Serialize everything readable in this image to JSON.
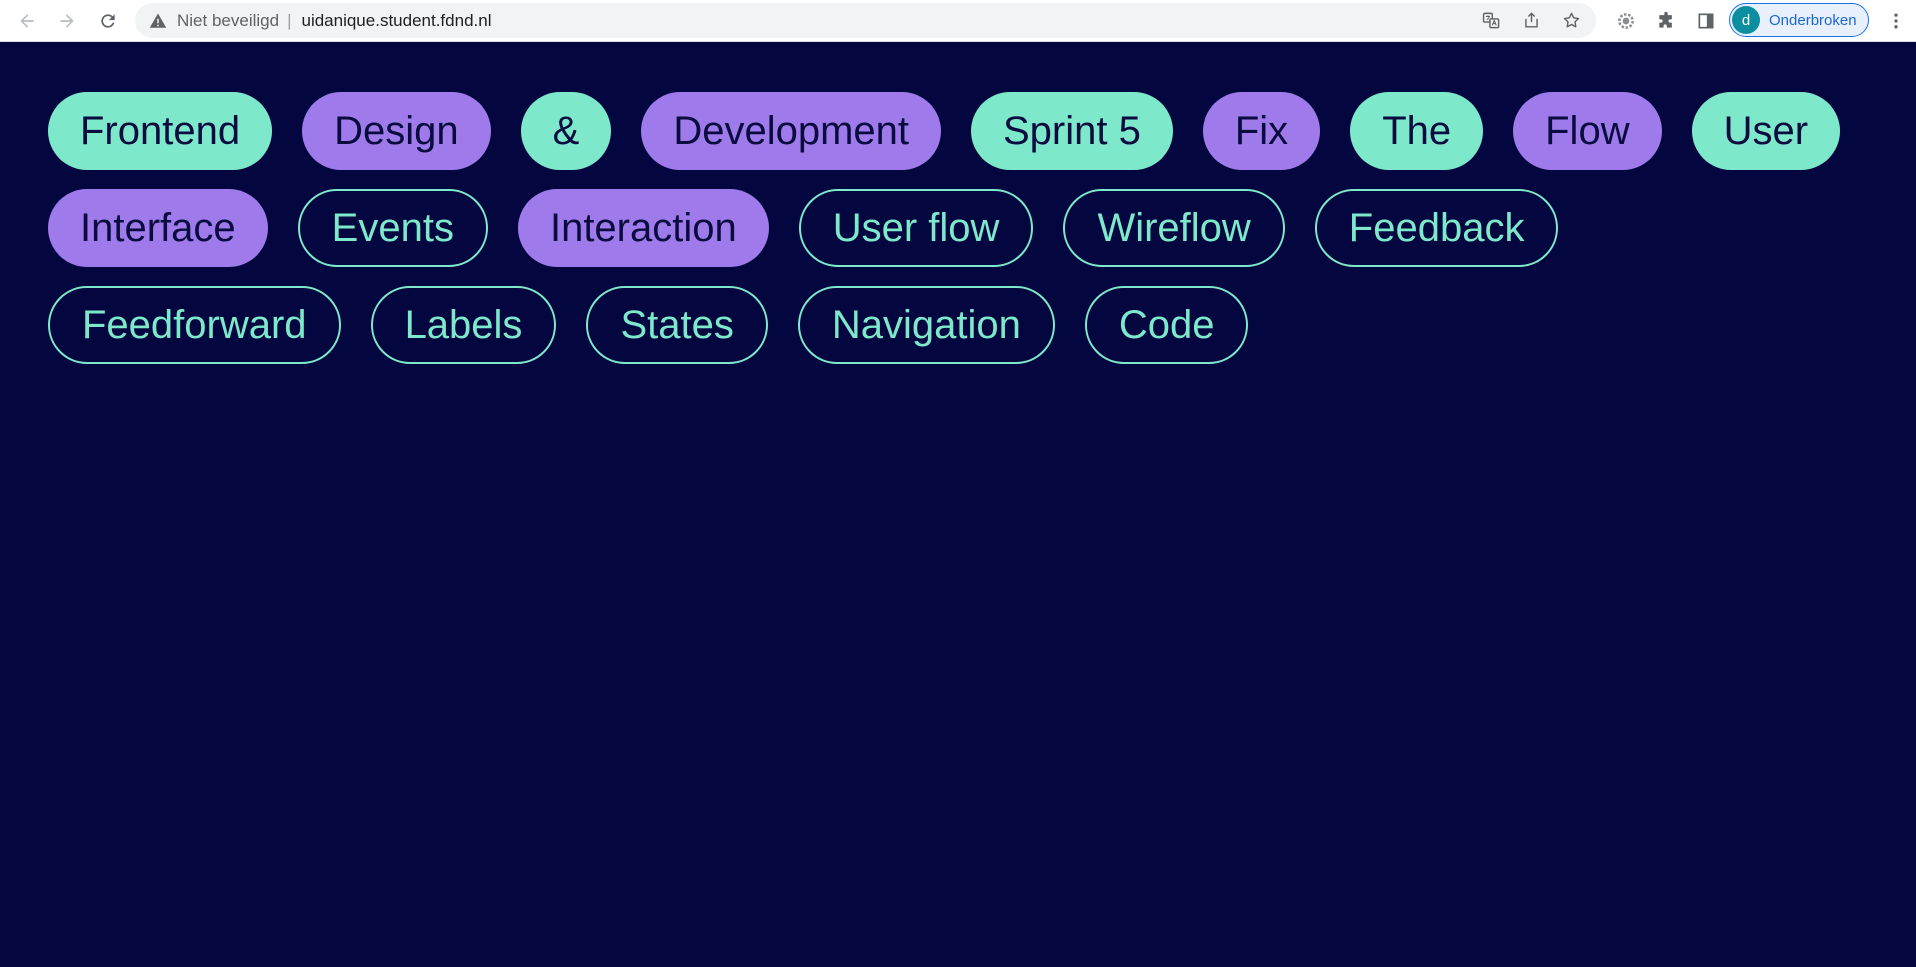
{
  "browser": {
    "security_label": "Niet beveiligd",
    "separator": "|",
    "url": "uidanique.student.fdnd.nl",
    "profile_initial": "d",
    "profile_status": "Onderbroken"
  },
  "colors": {
    "background": "#03063f",
    "mint": "#7ee8cb",
    "purple": "#9e7aea",
    "dark_text": "#0a0c3f"
  },
  "tags": [
    {
      "label": "Frontend",
      "style": "mint"
    },
    {
      "label": "Design",
      "style": "purple"
    },
    {
      "label": "&",
      "style": "mint"
    },
    {
      "label": "Development",
      "style": "purple"
    },
    {
      "label": "Sprint 5",
      "style": "mint"
    },
    {
      "label": "Fix",
      "style": "purple"
    },
    {
      "label": "The",
      "style": "mint"
    },
    {
      "label": "Flow",
      "style": "purple"
    },
    {
      "label": "User",
      "style": "mint"
    },
    {
      "label": "Interface",
      "style": "purple"
    },
    {
      "label": "Events",
      "style": "outline"
    },
    {
      "label": "Interaction",
      "style": "purple"
    },
    {
      "label": "User flow",
      "style": "outline"
    },
    {
      "label": "Wireflow",
      "style": "outline"
    },
    {
      "label": "Feedback",
      "style": "outline"
    },
    {
      "label": "Feedforward",
      "style": "outline"
    },
    {
      "label": "Labels",
      "style": "outline"
    },
    {
      "label": "States",
      "style": "outline"
    },
    {
      "label": "Navigation",
      "style": "outline"
    },
    {
      "label": "Code",
      "style": "outline"
    }
  ]
}
